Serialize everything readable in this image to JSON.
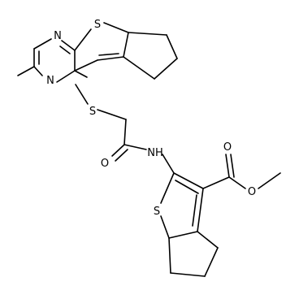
{
  "labels": {
    "n_top": "N",
    "n_mid": "N",
    "s_top_ring": "S",
    "s_linker": "S",
    "o_carbonyl": "O",
    "nh": "NH",
    "o_ester_carbonyl": "O",
    "o_ester": "O",
    "s_bottom_ring": "S"
  },
  "colors": {
    "bond": "#000000",
    "text": "#000000",
    "background": "#ffffff"
  }
}
